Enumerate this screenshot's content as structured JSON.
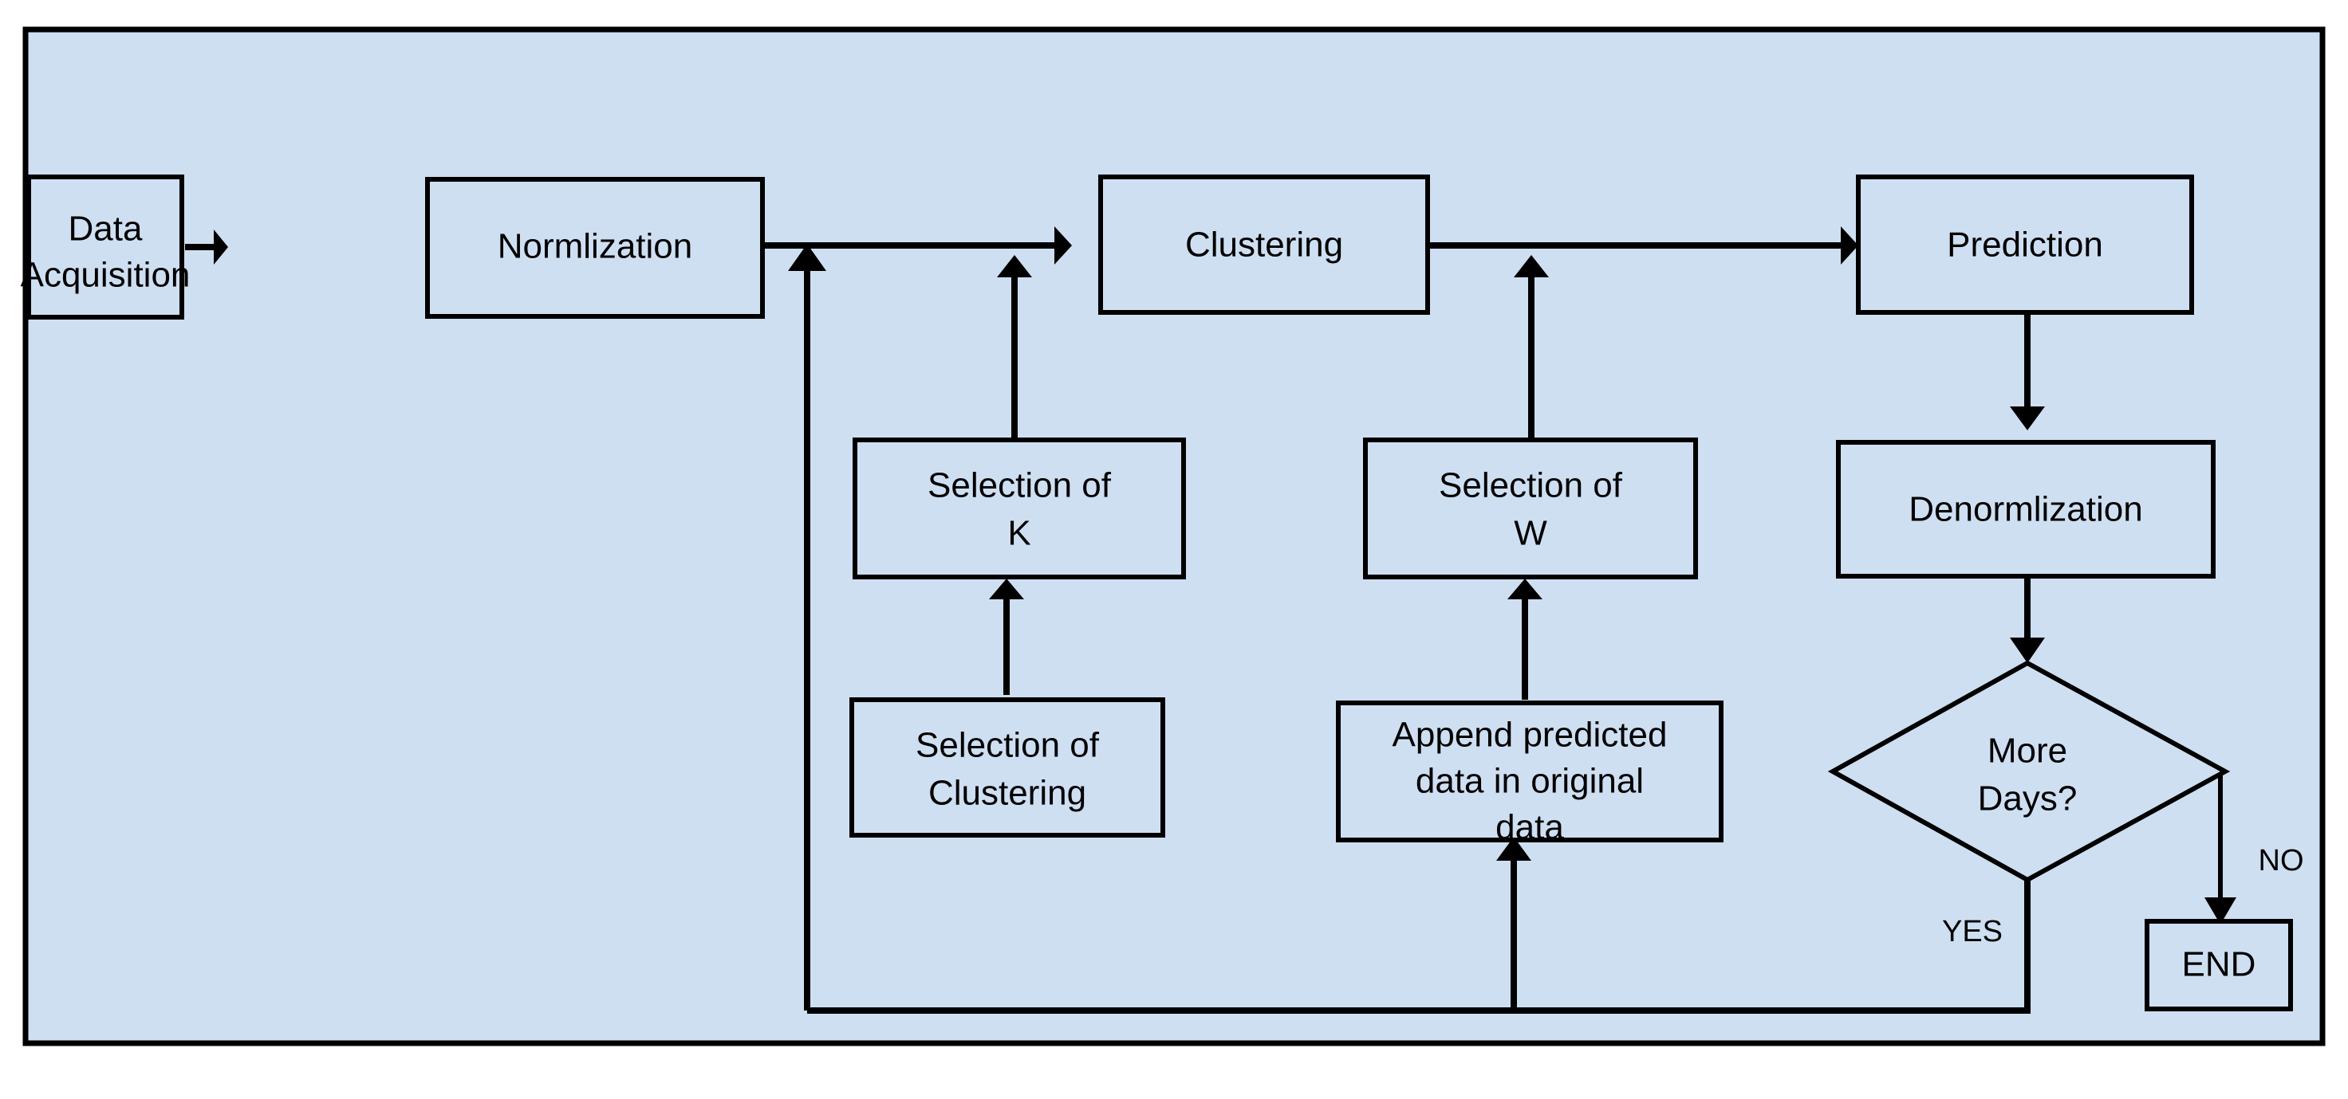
{
  "diagram": {
    "title": "Clustering-based prediction pipeline flowchart",
    "background_color": "#cfdff2",
    "line_color": "#000000",
    "nodes": {
      "data_acquisition": {
        "line1": "Data",
        "line2": "Acquisition"
      },
      "normlization": {
        "label": "Normlization"
      },
      "clustering": {
        "label": "Clustering"
      },
      "prediction": {
        "label": "Prediction"
      },
      "selection_of_k": {
        "line1": "Selection of",
        "line2": "K"
      },
      "selection_of_w": {
        "line1": "Selection of",
        "line2": "W"
      },
      "denormlization": {
        "label": "Denormlization"
      },
      "selection_of_clustering": {
        "line1": "Selection of",
        "line2": "Clustering"
      },
      "append_predicted_data": {
        "line1": "Append predicted",
        "line2": "data in original",
        "line3": "data"
      },
      "more_days": {
        "line1": "More",
        "line2": "Days?"
      },
      "end": {
        "label": "END"
      }
    },
    "edge_labels": {
      "yes": "YES",
      "no": "NO"
    }
  }
}
